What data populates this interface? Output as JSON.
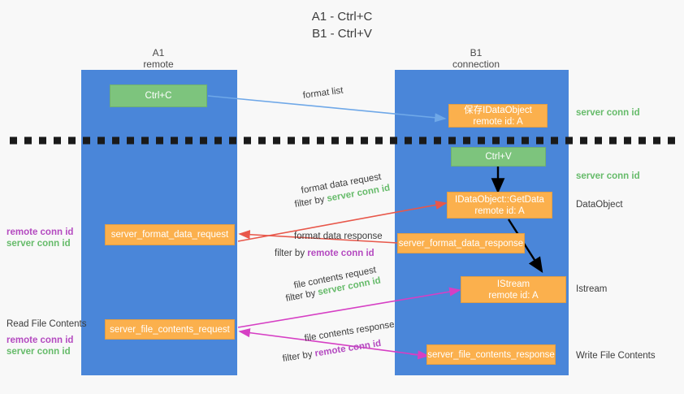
{
  "title": {
    "line1": "A1 - Ctrl+C",
    "line2": "B1 - Ctrl+V"
  },
  "columns": [
    {
      "name": "A1",
      "sub": "remote"
    },
    {
      "name": "B1",
      "sub": "connection"
    }
  ],
  "nodes": {
    "ctrl_c": {
      "line1": "Ctrl+C"
    },
    "ctrl_v": {
      "line1": "Ctrl+V"
    },
    "save_dataobject": {
      "line1": "保存IDataObject",
      "line2": "remote id: A"
    },
    "getdata": {
      "line1": "IDataObject::GetData",
      "line2": "remote id: A"
    },
    "istream": {
      "line1": "IStream",
      "line2": "remote id: A"
    },
    "server_format_data_request": {
      "line1": "server_format_data_request"
    },
    "server_format_data_response": {
      "line1": "server_format_data_response"
    },
    "server_file_contents_request": {
      "line1": "server_file_contents_request"
    },
    "server_file_contents_response": {
      "line1": "server_file_contents_response"
    }
  },
  "edges": {
    "format_list": {
      "label": "format list"
    },
    "format_data_request": {
      "label": "format data request",
      "filter_prefix": "filter by ",
      "filter_value": "server conn id"
    },
    "format_data_response": {
      "label": "format data response",
      "filter_prefix": "filter by ",
      "filter_value": "remote conn id"
    },
    "file_contents_request": {
      "label": "file contents request",
      "filter_prefix": "filter by ",
      "filter_value": "server conn id"
    },
    "file_contents_response": {
      "label": "file contents response",
      "filter_prefix": "filter by ",
      "filter_value": "remote conn id"
    }
  },
  "right_labels": {
    "server_conn_id_top": "server conn id",
    "server_conn_id_mid": "server conn id",
    "dataobject": "DataObject",
    "istream": "Istream",
    "write_file_contents": "Write File Contents"
  },
  "left_labels": {
    "remote_conn_id_1": "remote conn id",
    "server_conn_id_1": "server conn id",
    "read_file_contents": "Read File Contents",
    "remote_conn_id_2": "remote conn id",
    "server_conn_id_2": "server conn id"
  },
  "colors": {
    "lane": "#4a86d9",
    "green_node": "#7dc47d",
    "orange_node": "#fbb04d",
    "green_text": "#66bb6a",
    "purple_text": "#b44ac0",
    "arrow_light_blue": "#6fa8e8",
    "arrow_red": "#e8574a",
    "arrow_pink": "#d63fc4",
    "arrow_black": "#000000",
    "background": "#f8f8f8"
  }
}
